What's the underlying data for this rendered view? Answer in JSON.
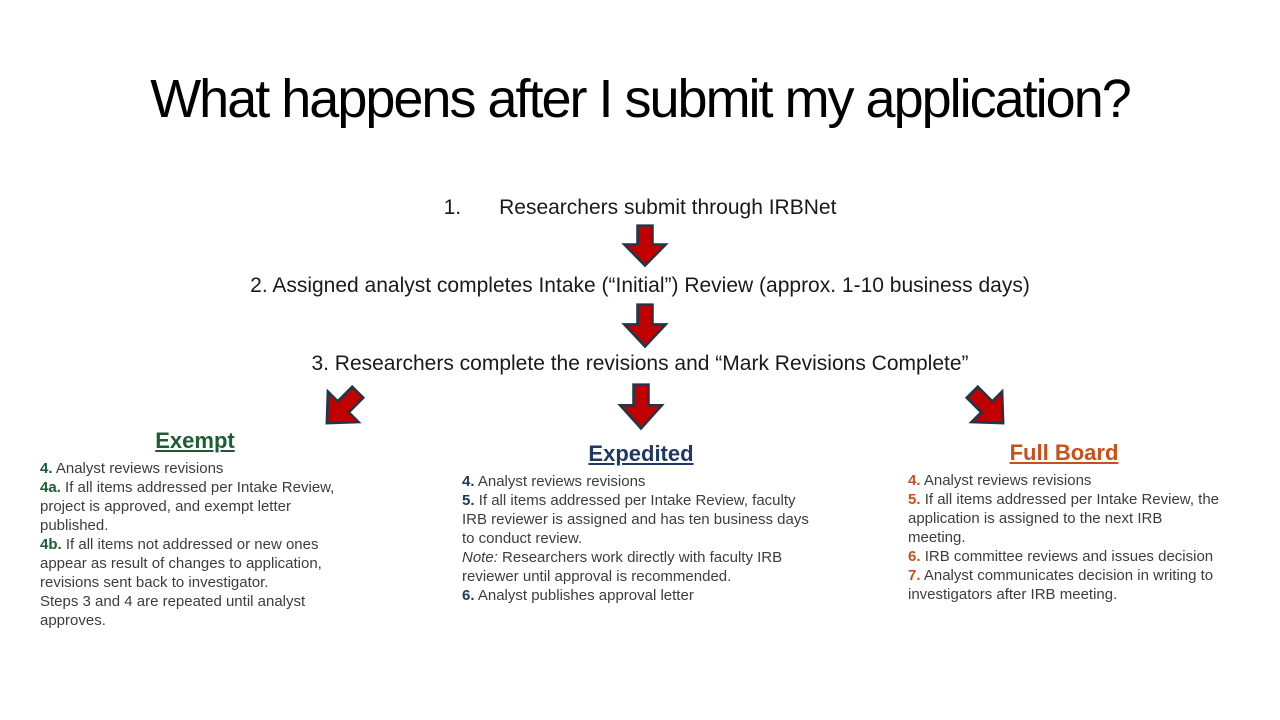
{
  "slide": {
    "title": "What happens after I submit my application?",
    "steps": [
      {
        "number": "1.",
        "text": "Researchers submit through IRBNet"
      },
      {
        "text": "2. Assigned analyst completes Intake (“Initial”) Review (approx. 1-10 business days)"
      },
      {
        "text": "3. Researchers complete the revisions and “Mark Revisions Complete”"
      }
    ],
    "arrows": {
      "fill": "#C00000",
      "outline": "#1F3747",
      "directions": [
        "down",
        "down",
        "down-left",
        "down",
        "down-right"
      ]
    },
    "columns": [
      {
        "heading": "Exempt",
        "color": "#1E5C34",
        "items": [
          {
            "label": "4.",
            "text": "Analyst reviews revisions"
          },
          {
            "label": "4a.",
            "text": "If all items addressed per Intake Review, project is approved, and exempt letter published."
          },
          {
            "label": "4b.",
            "text": "If all items not addressed or new ones appear as result of changes to application, revisions sent back to investigator."
          },
          {
            "label": "",
            "text": "Steps 3 and 4 are repeated until analyst approves."
          }
        ]
      },
      {
        "heading": "Expedited",
        "color": "#1F3864",
        "items": [
          {
            "label": "4.",
            "text": "Analyst reviews revisions"
          },
          {
            "label": "5.",
            "text": "If all items addressed per Intake Review, faculty IRB reviewer is assigned and has ten business days to conduct review."
          },
          {
            "label": "Note:",
            "text": "Researchers work directly with faculty IRB reviewer until approval is recommended."
          },
          {
            "label": "6.",
            "text": "Analyst publishes approval letter"
          }
        ]
      },
      {
        "heading": "Full Board",
        "color": "#C5521A",
        "items": [
          {
            "label": "4.",
            "text": "Analyst reviews revisions"
          },
          {
            "label": "5.",
            "text": "If all items addressed per Intake Review, the application is assigned to the next IRB meeting."
          },
          {
            "label": "6.",
            "text": "IRB committee reviews and issues decision"
          },
          {
            "label": "7.",
            "text": "Analyst communicates decision in writing to investigators after IRB meeting."
          }
        ]
      }
    ]
  }
}
